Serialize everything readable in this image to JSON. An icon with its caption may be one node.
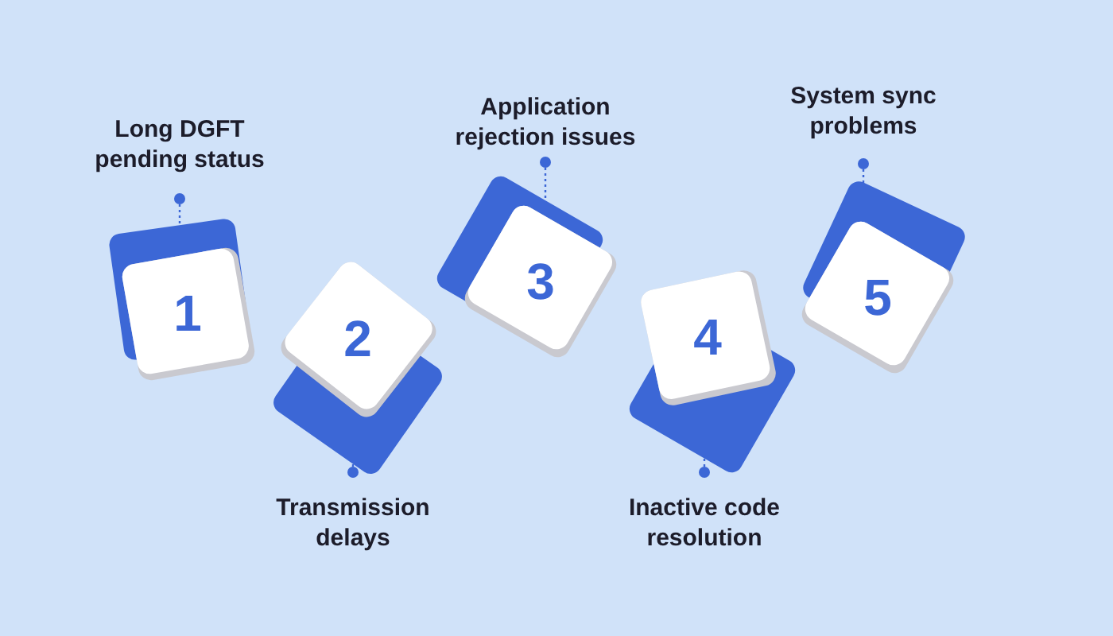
{
  "diagram": {
    "nodes": [
      {
        "text": [
          "1"
        ]
      },
      {
        "text": [
          "2"
        ]
      },
      {
        "text": [
          "3"
        ]
      },
      {
        "text": [
          "4"
        ]
      },
      {
        "text": [
          "5"
        ]
      },
      {
        "text": [
          "Long DGFT pending status"
        ]
      },
      {
        "text": [
          "Transmission delays"
        ]
      },
      {
        "text": [
          "Application rejection issues"
        ]
      },
      {
        "text": [
          "Inactive code resolution"
        ]
      },
      {
        "text": [
          "System sync problems"
        ]
      }
    ],
    "edges": [
      {
        "from": 5,
        "to": 0,
        "arrow": "other",
        "style": "dashed"
      },
      {
        "from": 6,
        "to": 1,
        "arrow": "other",
        "style": "dashed"
      },
      {
        "from": 7,
        "to": 2,
        "arrow": "other",
        "style": "dashed"
      },
      {
        "from": 8,
        "to": 3,
        "arrow": "other",
        "style": "dashed"
      },
      {
        "from": 9,
        "to": 4,
        "arrow": "other",
        "style": "dashed"
      }
    ]
  }
}
